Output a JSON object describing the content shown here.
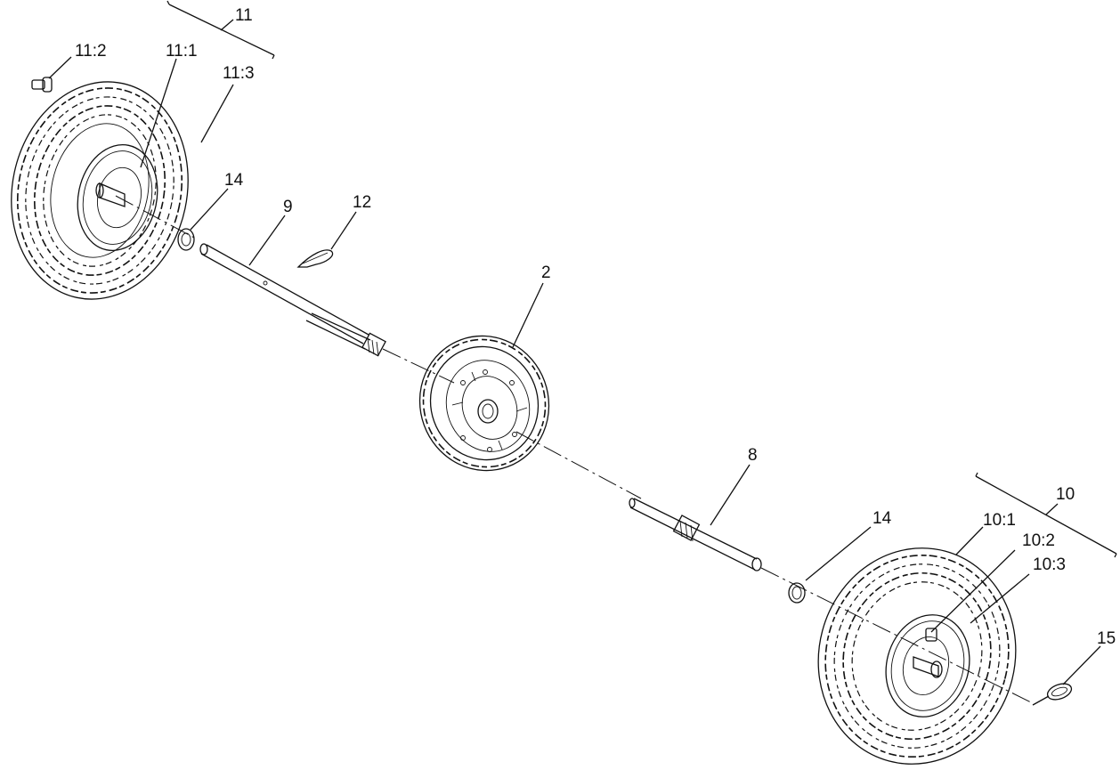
{
  "callouts": {
    "c11": "11",
    "c11_2": "11:2",
    "c11_1": "11:1",
    "c11_3": "11:3",
    "c14_top": "14",
    "c9": "9",
    "c12": "12",
    "c2": "2",
    "c8": "8",
    "c14_bottom": "14",
    "c10": "10",
    "c10_1": "10:1",
    "c10_2": "10:2",
    "c10_3": "10:3",
    "c15": "15"
  },
  "colors": {
    "ink": "#111111",
    "background": "#ffffff"
  }
}
